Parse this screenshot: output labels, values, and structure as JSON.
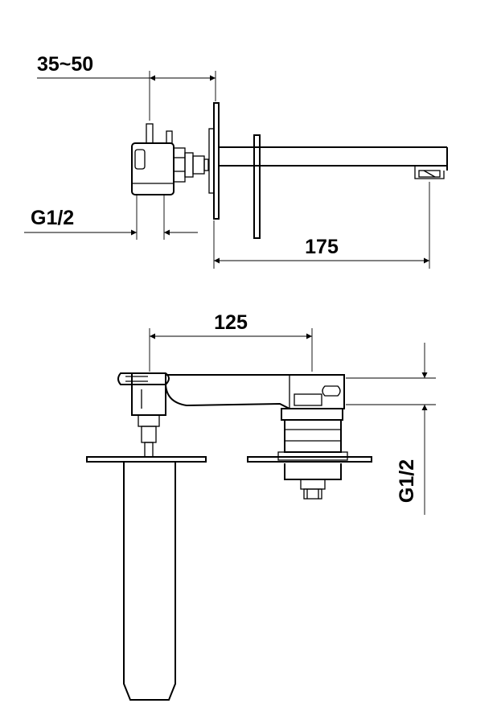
{
  "dimensions": {
    "wall_depth": "35~50",
    "inlet_side": "G1/2",
    "spout_reach": "175",
    "center_distance": "125",
    "inlet_top": "G1/2"
  },
  "colors": {
    "line": "#000000",
    "background": "#ffffff"
  }
}
